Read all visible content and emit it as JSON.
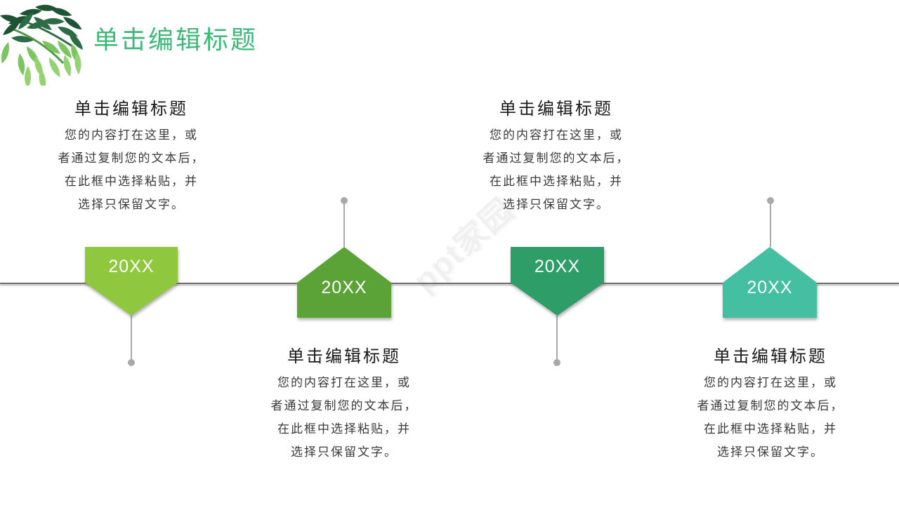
{
  "header": {
    "title": "单击编辑标题",
    "title_color": "#3cb878"
  },
  "watermark": {
    "text": "ppt家园"
  },
  "decoration": {
    "name": "leaf-vine-cluster"
  },
  "timeline": {
    "line_color": "#6e6e6e",
    "connector_color": "#a9a9a9",
    "markers": [
      {
        "year": "20XX",
        "color": "#8fc73f",
        "direction": "down"
      },
      {
        "year": "20XX",
        "color": "#5ba336",
        "direction": "up"
      },
      {
        "year": "20XX",
        "color": "#2f9d67",
        "direction": "down"
      },
      {
        "year": "20XX",
        "color": "#44bfa2",
        "direction": "up"
      }
    ]
  },
  "blocks": [
    {
      "title": "单击编辑标题",
      "lines": [
        "您的内容打在这里，或",
        "者通过复制您的文本后，",
        "在此框中选择粘贴，并",
        "选择只保留文字。"
      ]
    },
    {
      "title": "单击编辑标题",
      "lines": [
        "您的内容打在这里，或",
        "者通过复制您的文本后，",
        "在此框中选择粘贴，并",
        "选择只保留文字。"
      ]
    },
    {
      "title": "单击编辑标题",
      "lines": [
        "您的内容打在这里，或",
        "者通过复制您的文本后，",
        "在此框中选择粘贴，并",
        "选择只保留文字。"
      ]
    },
    {
      "title": "单击编辑标题",
      "lines": [
        "您的内容打在这里，或",
        "者通过复制您的文本后，",
        "在此框中选择粘贴，并",
        "选择只保留文字。"
      ]
    }
  ]
}
